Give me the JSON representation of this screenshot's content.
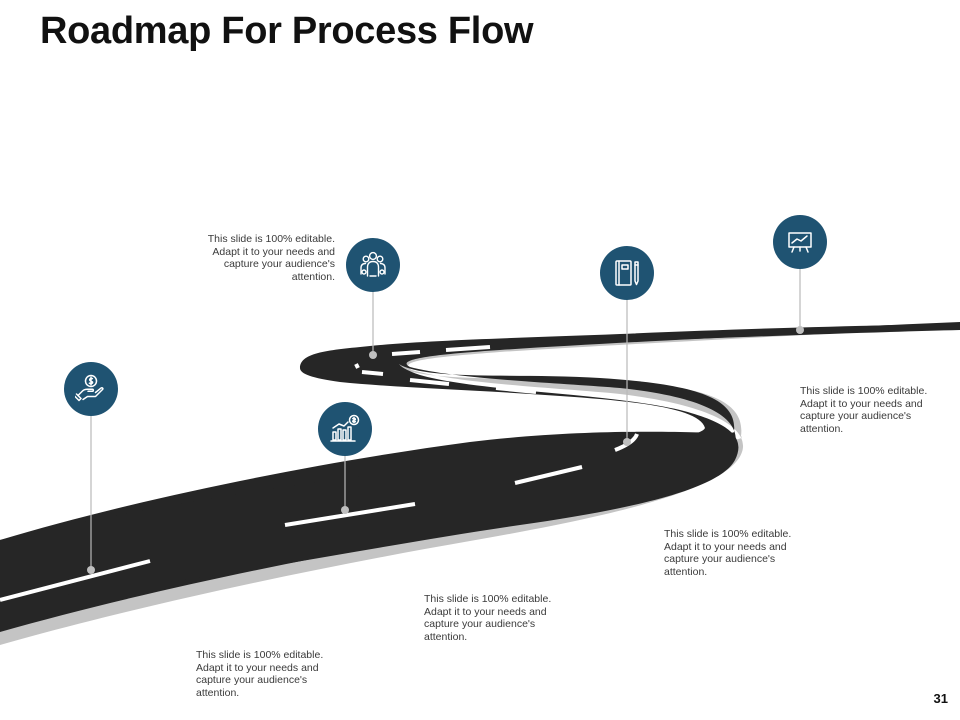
{
  "slide": {
    "title": "Roadmap For Process Flow",
    "page_number": "31"
  },
  "colors": {
    "marker": "#1f5372",
    "road": "#262626",
    "road_edge": "#c4c4c4",
    "lane_mark": "#ffffff",
    "connector": "#b9b9b9",
    "text": "#3a3a3a"
  },
  "milestones": [
    {
      "icon": "dollar-hand-icon",
      "caption": "This slide is 100% editable. Adapt it to your needs and capture your audience's attention."
    },
    {
      "icon": "growth-chart-icon",
      "caption": "This slide is 100% editable. Adapt it to your needs and capture your audience's attention."
    },
    {
      "icon": "team-icon",
      "caption": "This slide is 100% editable. Adapt it to your needs and capture your audience's attention."
    },
    {
      "icon": "notebook-pen-icon",
      "caption": "This slide is 100% editable. Adapt it to your needs and capture your audience's attention."
    },
    {
      "icon": "presentation-chart-icon",
      "caption": "This slide is 100% editable. Adapt it to your needs and capture your audience's attention."
    }
  ]
}
